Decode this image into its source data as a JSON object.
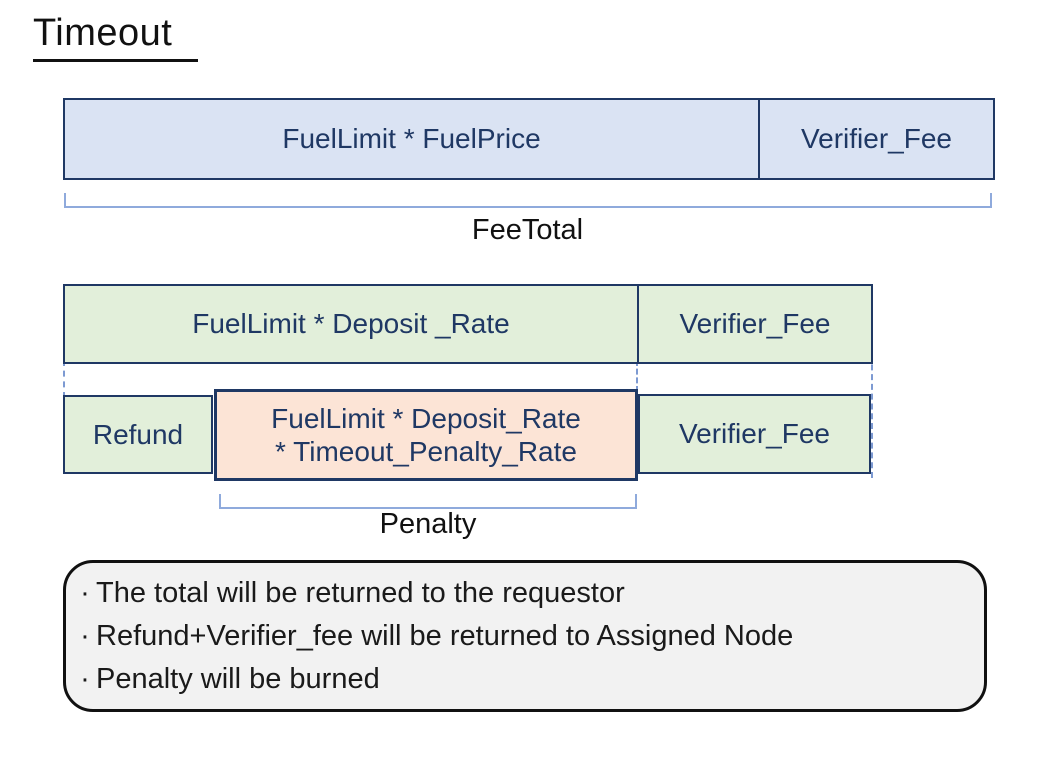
{
  "title": "Timeout",
  "colors": {
    "border_navy": "#1f3864",
    "fill_blue": "#dae3f3",
    "fill_green": "#e2efda",
    "fill_orange": "#fce4d6",
    "bracket_blue": "#8faadc",
    "dash_blue": "#7d9ad2",
    "notes_fill": "#f2f2f2",
    "text_black": "#111111"
  },
  "fee_total_bar": {
    "cells": [
      {
        "label": "FuelLimit * FuelPrice"
      },
      {
        "label": "Verifier_Fee"
      }
    ],
    "bracket_label": "FeeTotal"
  },
  "deposit_bar": {
    "cells": [
      {
        "label": "FuelLimit * Deposit _Rate"
      },
      {
        "label": "Verifier_Fee"
      }
    ]
  },
  "breakdown_bar": {
    "refund_label": "Refund",
    "penalty_line1": "FuelLimit * Deposit_Rate",
    "penalty_line2": "* Timeout_Penalty_Rate",
    "verifier_label": "Verifier_Fee",
    "bracket_label": "Penalty"
  },
  "notes": {
    "bullet": "·",
    "items": [
      "The total will be returned to the requestor",
      "Refund+Verifier_fee will be returned to Assigned Node",
      "Penalty will be burned"
    ]
  }
}
